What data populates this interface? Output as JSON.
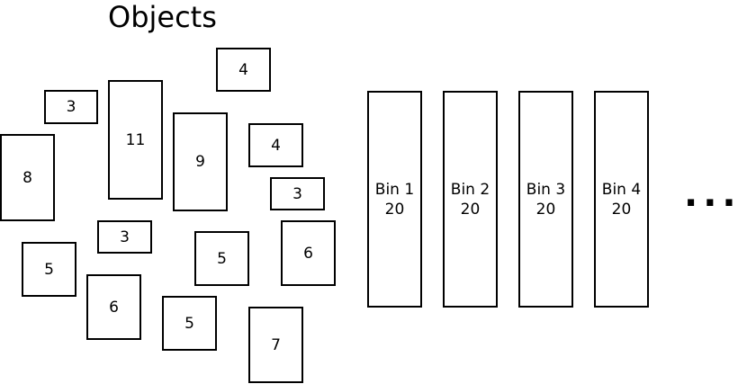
{
  "title": "Objects",
  "objects": [
    {
      "label": "4"
    },
    {
      "label": "3"
    },
    {
      "label": "11"
    },
    {
      "label": "8"
    },
    {
      "label": "9"
    },
    {
      "label": "4"
    },
    {
      "label": "3"
    },
    {
      "label": "3"
    },
    {
      "label": "5"
    },
    {
      "label": "6"
    },
    {
      "label": "5"
    },
    {
      "label": "6"
    },
    {
      "label": "5"
    },
    {
      "label": "7"
    }
  ],
  "bins": [
    {
      "name": "Bin 1",
      "capacity": "20"
    },
    {
      "name": "Bin 2",
      "capacity": "20"
    },
    {
      "name": "Bin 3",
      "capacity": "20"
    },
    {
      "name": "Bin 4",
      "capacity": "20"
    }
  ],
  "continuation": "..."
}
